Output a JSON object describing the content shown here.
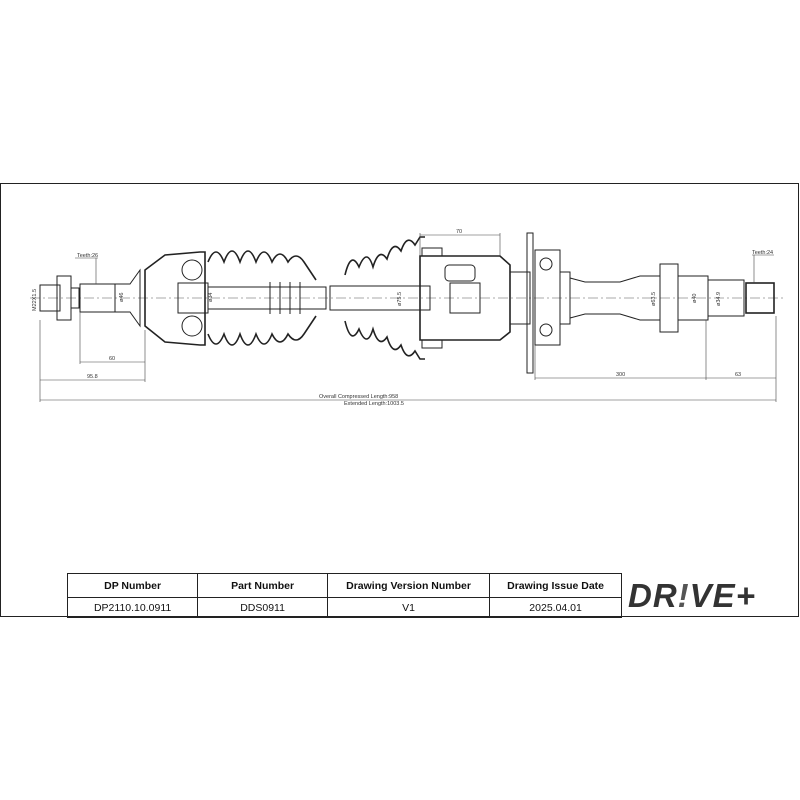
{
  "drawing": {
    "labels": {
      "teeth_left": "Teeth:26",
      "teeth_right": "Teeth:24",
      "thread": "M22X1.5",
      "dia_left_stub": "ø46",
      "dia_shaft_left": "ø34",
      "dia_inner": "ø75.5",
      "dia_right_1": "ø63.5",
      "dia_right_2": "ø40",
      "dia_right_3": "ø34.9",
      "dim_60": "60",
      "dim_95_8": "95.8",
      "dim_70": "70",
      "dim_300": "300",
      "dim_63": "63",
      "compressed_length": "Overall  Compressed  Length:958",
      "extended_length": "Extended  Length:1003.5"
    }
  },
  "title_block": {
    "headers": [
      "DP Number",
      "Part Number",
      "Drawing Version Number",
      "Drawing Issue Date"
    ],
    "values": [
      "DP2110.10.0911",
      "DDS0911",
      "V1",
      "2025.04.01"
    ]
  },
  "logo": {
    "text": "DR!VE+",
    "color": "#f47c20",
    "accent": "#555555"
  }
}
